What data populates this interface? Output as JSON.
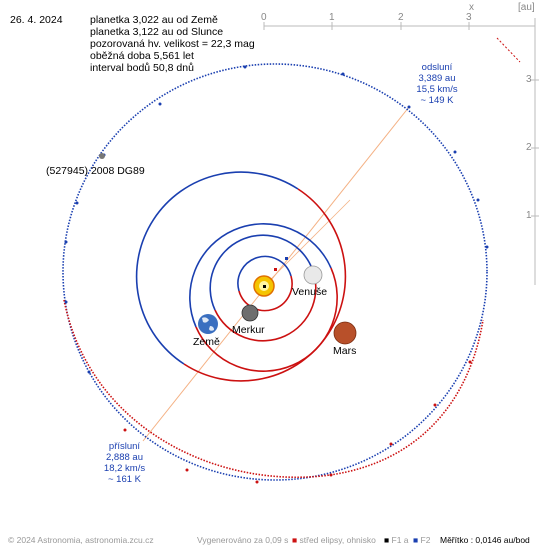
{
  "date": "26. 4. 2024",
  "info": [
    "planetka 3,022 au od Země",
    "planetka 3,122 au od Slunce",
    "pozorovaná hv. velikost = 22,3 mag",
    "oběžná doba 5,561 let",
    "interval bodů 50,8 dnů"
  ],
  "axis": {
    "x_ticks": [
      "0",
      "1",
      "2",
      "3"
    ],
    "y_ticks": [
      "3",
      "2",
      "1"
    ],
    "x_label": "x",
    "unit": "[au]"
  },
  "asteroid_name": "(527945) 2008 DG89",
  "planets": {
    "mercury": "Merkur",
    "venus": "Venuše",
    "earth": "Země",
    "mars": "Mars"
  },
  "aphelion": {
    "title": "odsluní",
    "distance": "3,389 au",
    "speed": "15,5 km/s",
    "temp": "~ 149 K"
  },
  "perihelion": {
    "title": "přísluní",
    "distance": "2,888 au",
    "speed": "18,2 km/s",
    "temp": "~ 161 K"
  },
  "footer": {
    "copyright": "© 2024 Astronomia, astronomia.zcu.cz",
    "generated": "Vygenerováno za 0,09 s",
    "center": "střed elipsy, ohnisko",
    "f1": "F1 a",
    "f2": "F2",
    "scale": "Měřítko : 0,0146 au/bod"
  },
  "colors": {
    "orbit_above": "#1a3fb0",
    "orbit_below": "#cc1111",
    "apsis_line": "#f4b184",
    "sun": "#f5c400"
  }
}
